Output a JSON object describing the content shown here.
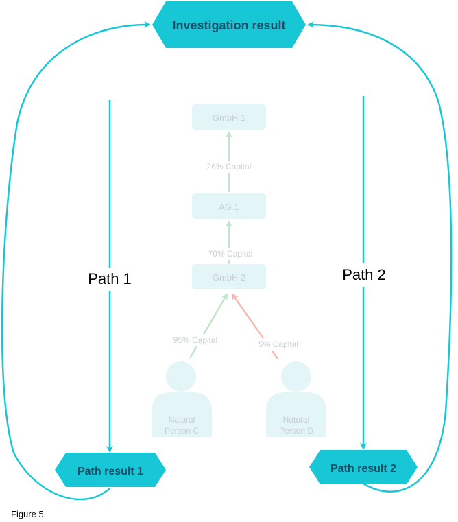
{
  "colors": {
    "accent": "#18c7d6",
    "hex_text": "#1b4d66",
    "faded_box": "#e3f5f7",
    "faded_text": "#c9ced3",
    "green_arrow": "#bfe6c7",
    "red_arrow": "#f5b8b3"
  },
  "top_node": {
    "label": "Investigation result"
  },
  "left": {
    "path_label": "Path 1",
    "result_label": "Path result 1"
  },
  "right": {
    "path_label": "Path 2",
    "result_label": "Path result 2"
  },
  "entities": {
    "gmbh1": "GmbH 1",
    "ag1": "AG 1",
    "gmbh2": "GmbH 2"
  },
  "edges": {
    "ag1_to_gmbh1": "26% Capital",
    "gmbh2_to_ag1": "70% Capital",
    "c_to_gmbh2": "95% Capital",
    "d_to_gmbh2": "5% Capital"
  },
  "persons": {
    "c": {
      "line1": "Natural",
      "line2": "Person C"
    },
    "d": {
      "line1": "Natural",
      "line2": "Person D"
    }
  },
  "caption": "Figure 5"
}
